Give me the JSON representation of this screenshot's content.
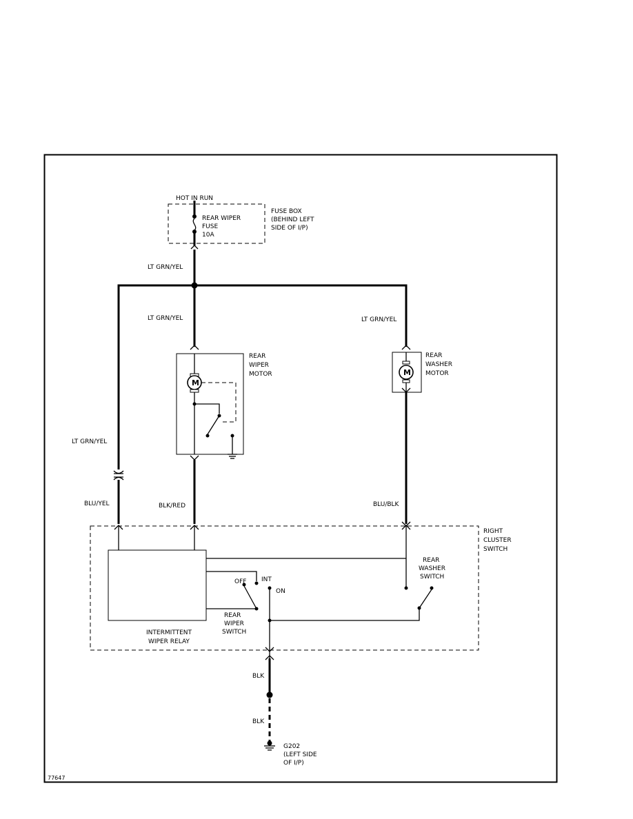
{
  "labels": {
    "hot_in_run": "HOT IN RUN",
    "fuse_box": [
      "FUSE BOX",
      "(BEHIND LEFT",
      "SIDE OF I/P)"
    ],
    "fuse": [
      "REAR WIPER",
      "FUSE",
      "10A"
    ],
    "wire_top": "LT GRN/YEL",
    "wire_center": "LT GRN/YEL",
    "wire_right": "LT GRN/YEL",
    "wire_left": "LT GRN/YEL",
    "rear_wiper_motor": [
      "REAR",
      "WIPER",
      "MOTOR"
    ],
    "rear_washer_motor": [
      "REAR",
      "WASHER",
      "MOTOR"
    ],
    "motor_symbol": "M",
    "wire_blu_yel": "BLU/YEL",
    "wire_blk_red": "BLK/RED",
    "wire_blu_blk": "BLU/BLK",
    "right_cluster_switch": [
      "RIGHT",
      "CLUSTER",
      "SWITCH"
    ],
    "rear_washer_switch": [
      "REAR",
      "WASHER",
      "SWITCH"
    ],
    "switch_off": "OFF",
    "switch_int": "INT",
    "switch_on": "ON",
    "rear_wiper_switch": [
      "REAR",
      "WIPER",
      "SWITCH"
    ],
    "intermittent_wiper_relay": [
      "INTERMITTENT",
      "WIPER RELAY"
    ],
    "wire_blk_1": "BLK",
    "wire_blk_2": "BLK",
    "ground": [
      "G202",
      "(LEFT SIDE",
      "OF I/P)"
    ],
    "figure_id": "77647"
  }
}
